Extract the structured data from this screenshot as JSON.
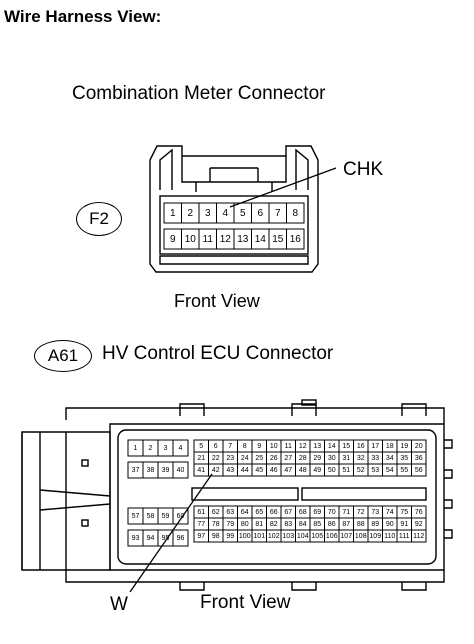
{
  "header": {
    "title": "Wire Harness View:"
  },
  "connector1": {
    "title": "Combination Meter Connector",
    "code": "F2",
    "view_label": "Front View",
    "callout": "CHK",
    "pins_top": [
      "1",
      "2",
      "3",
      "4",
      "5",
      "6",
      "7",
      "8"
    ],
    "pins_bottom": [
      "9",
      "10",
      "11",
      "12",
      "13",
      "14",
      "15",
      "16"
    ]
  },
  "connector2": {
    "title": "HV Control ECU Connector",
    "code": "A61",
    "view_label": "Front View",
    "callout": "W",
    "block_a_rows": [
      [
        "1",
        "2",
        "3",
        "4"
      ],
      [
        "37",
        "38",
        "39",
        "40"
      ]
    ],
    "block_b_rows": [
      [
        "5",
        "6",
        "7",
        "8",
        "9",
        "10",
        "11",
        "12",
        "13",
        "14",
        "15",
        "16",
        "17",
        "18",
        "19",
        "20"
      ],
      [
        "21",
        "22",
        "23",
        "24",
        "25",
        "26",
        "27",
        "28",
        "29",
        "30",
        "31",
        "32",
        "33",
        "34",
        "35",
        "36"
      ],
      [
        "41",
        "42",
        "43",
        "44",
        "45",
        "46",
        "47",
        "48",
        "49",
        "50",
        "51",
        "52",
        "53",
        "54",
        "55",
        "56"
      ]
    ],
    "block_c_rows": [
      [
        "57",
        "58",
        "59",
        "60"
      ],
      [
        "93",
        "94",
        "95",
        "96"
      ]
    ],
    "block_d_rows": [
      [
        "61",
        "62",
        "63",
        "64",
        "65",
        "66",
        "67",
        "68",
        "69",
        "70",
        "71",
        "72",
        "73",
        "74",
        "75",
        "76"
      ],
      [
        "77",
        "78",
        "79",
        "80",
        "81",
        "82",
        "83",
        "84",
        "85",
        "86",
        "87",
        "88",
        "89",
        "90",
        "91",
        "92"
      ],
      [
        "97",
        "98",
        "99",
        "100",
        "101",
        "102",
        "103",
        "104",
        "105",
        "106",
        "107",
        "108",
        "109",
        "110",
        "111",
        "112"
      ]
    ]
  }
}
